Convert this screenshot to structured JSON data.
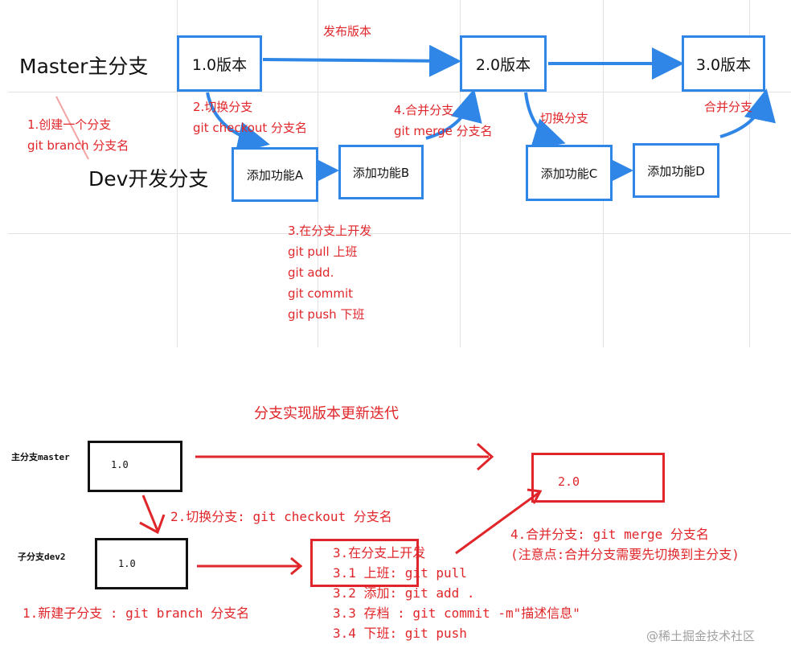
{
  "top": {
    "master_label": "Master主分支",
    "dev_label": "Dev开发分支",
    "versions": [
      "1.0版本",
      "2.0版本",
      "3.0版本"
    ],
    "features": [
      "添加功能A",
      "添加功能B",
      "添加功能C",
      "添加功能D"
    ],
    "publish": "发布版本",
    "step1": [
      "1.创建一个分支",
      "git branch 分支名"
    ],
    "step2": [
      "2.切换分支",
      "git checkout 分支名"
    ],
    "step3": [
      "3.在分支上开发",
      "git pull 上班",
      "git add.",
      "git commit",
      "git push 下班"
    ],
    "step4": [
      "4.合并分支",
      "git merge 分支名"
    ],
    "switch_c": "切换分支",
    "merge_d": "合并分支"
  },
  "bottom": {
    "title": "分支实现版本更新迭代",
    "master_label": "主分支master",
    "dev_label": "子分支dev2",
    "box_master": "1.0",
    "box_dev": "1.0",
    "box_v2": "2.0",
    "step2": "2.切换分支: git checkout 分支名",
    "step1": "1.新建子分支 :  git branch  分支名",
    "step3": [
      "3.在分支上开发",
      "3.1 上班:  git pull",
      "3.2  添加: git add .",
      "3.3 存档 :  git commit -m\"描述信息\"",
      "3.4 下班: git push"
    ],
    "step4": [
      "4.合并分支:  git merge 分支名",
      "(注意点:合并分支需要先切换到主分支)"
    ]
  },
  "watermark": "@稀土掘金技术社区",
  "colors": {
    "blue": "#2f86e6",
    "red": "#e0262a",
    "black": "#111111"
  }
}
